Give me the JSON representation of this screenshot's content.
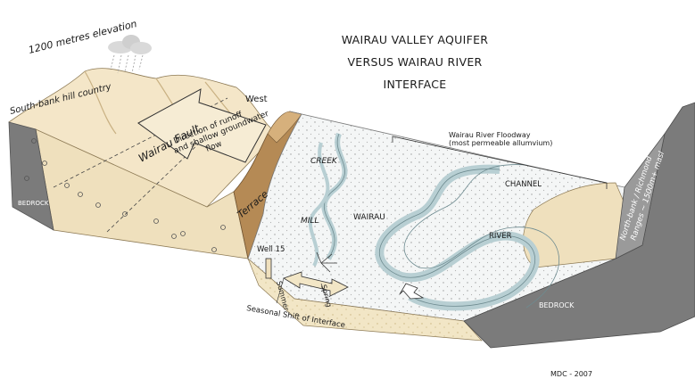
{
  "title": {
    "line1": "WAIRAU VALLEY AQUIFER",
    "line2": "VERSUS WAIRAU RIVER",
    "line3": "INTERFACE"
  },
  "labels": {
    "elevation": "1200 metres elevation",
    "south_bank": "South-bank hill country",
    "west": "West",
    "fault": "Wairau Fault",
    "runoff_line1": "Direction of runoff",
    "runoff_line2": "and shallow groundwater",
    "runoff_line3": "flow",
    "terrace": "Terrace",
    "bedrock_left": "BEDROCK",
    "bedrock_right": "BEDROCK",
    "creek": "CREEK",
    "mill": "MILL",
    "wairau": "WAIRAU",
    "channel": "CHANNEL",
    "river": "RIVER",
    "floodway_line1": "Wairau River Floodway",
    "floodway_line2": "(most permeable allumvium)",
    "north_bank_line1": "North-bank / Richmond",
    "north_bank_line2": "Ranges ~ 1500m+ masl",
    "well": "Well 15",
    "summer": "Summer",
    "spring": "Spring",
    "seasonal_shift": "Seasonal Shift of Interface",
    "credit": "MDC - 2007"
  },
  "colors": {
    "bedrock": "#7b7b7b",
    "sandstone": "#efe0bd",
    "hill_top": "#f4e6c8",
    "terrace": "#b58a55",
    "floodplain": "#f4f6f6",
    "river": "#b8cfd3"
  }
}
